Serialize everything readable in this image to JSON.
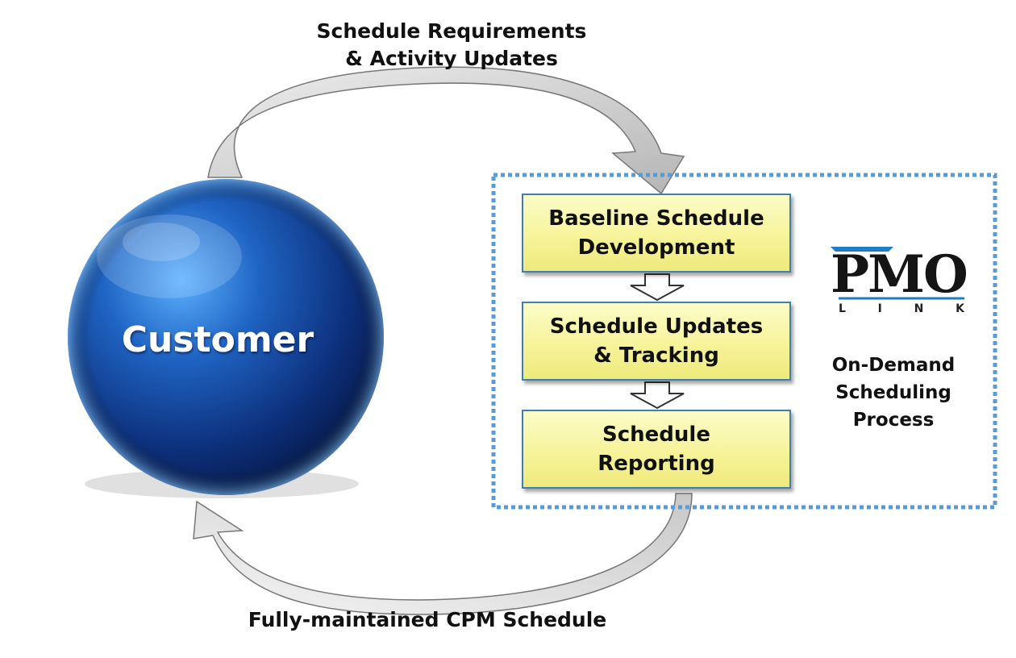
{
  "top_label": {
    "line1": "Schedule Requirements",
    "line2": "& Activity Updates"
  },
  "bottom_label": "Fully-maintained CPM Schedule",
  "customer": "Customer",
  "steps": [
    {
      "line1": "Baseline Schedule",
      "line2": "Development"
    },
    {
      "line1": "Schedule Updates",
      "line2": "& Tracking"
    },
    {
      "line1": "Schedule",
      "line2": "Reporting"
    }
  ],
  "process_label": {
    "line1": "On-Demand",
    "line2": "Scheduling",
    "line3": "Process"
  },
  "logo": {
    "letters": "PMO",
    "sub": [
      "L",
      "I",
      "N",
      "K"
    ],
    "accent_color": "#1f7dc6"
  },
  "colors": {
    "sphere": "#1b4fa6",
    "box_border": "#3f7fae",
    "box_fill": "#f6f39a",
    "dotted_border": "#5b9bd5"
  }
}
